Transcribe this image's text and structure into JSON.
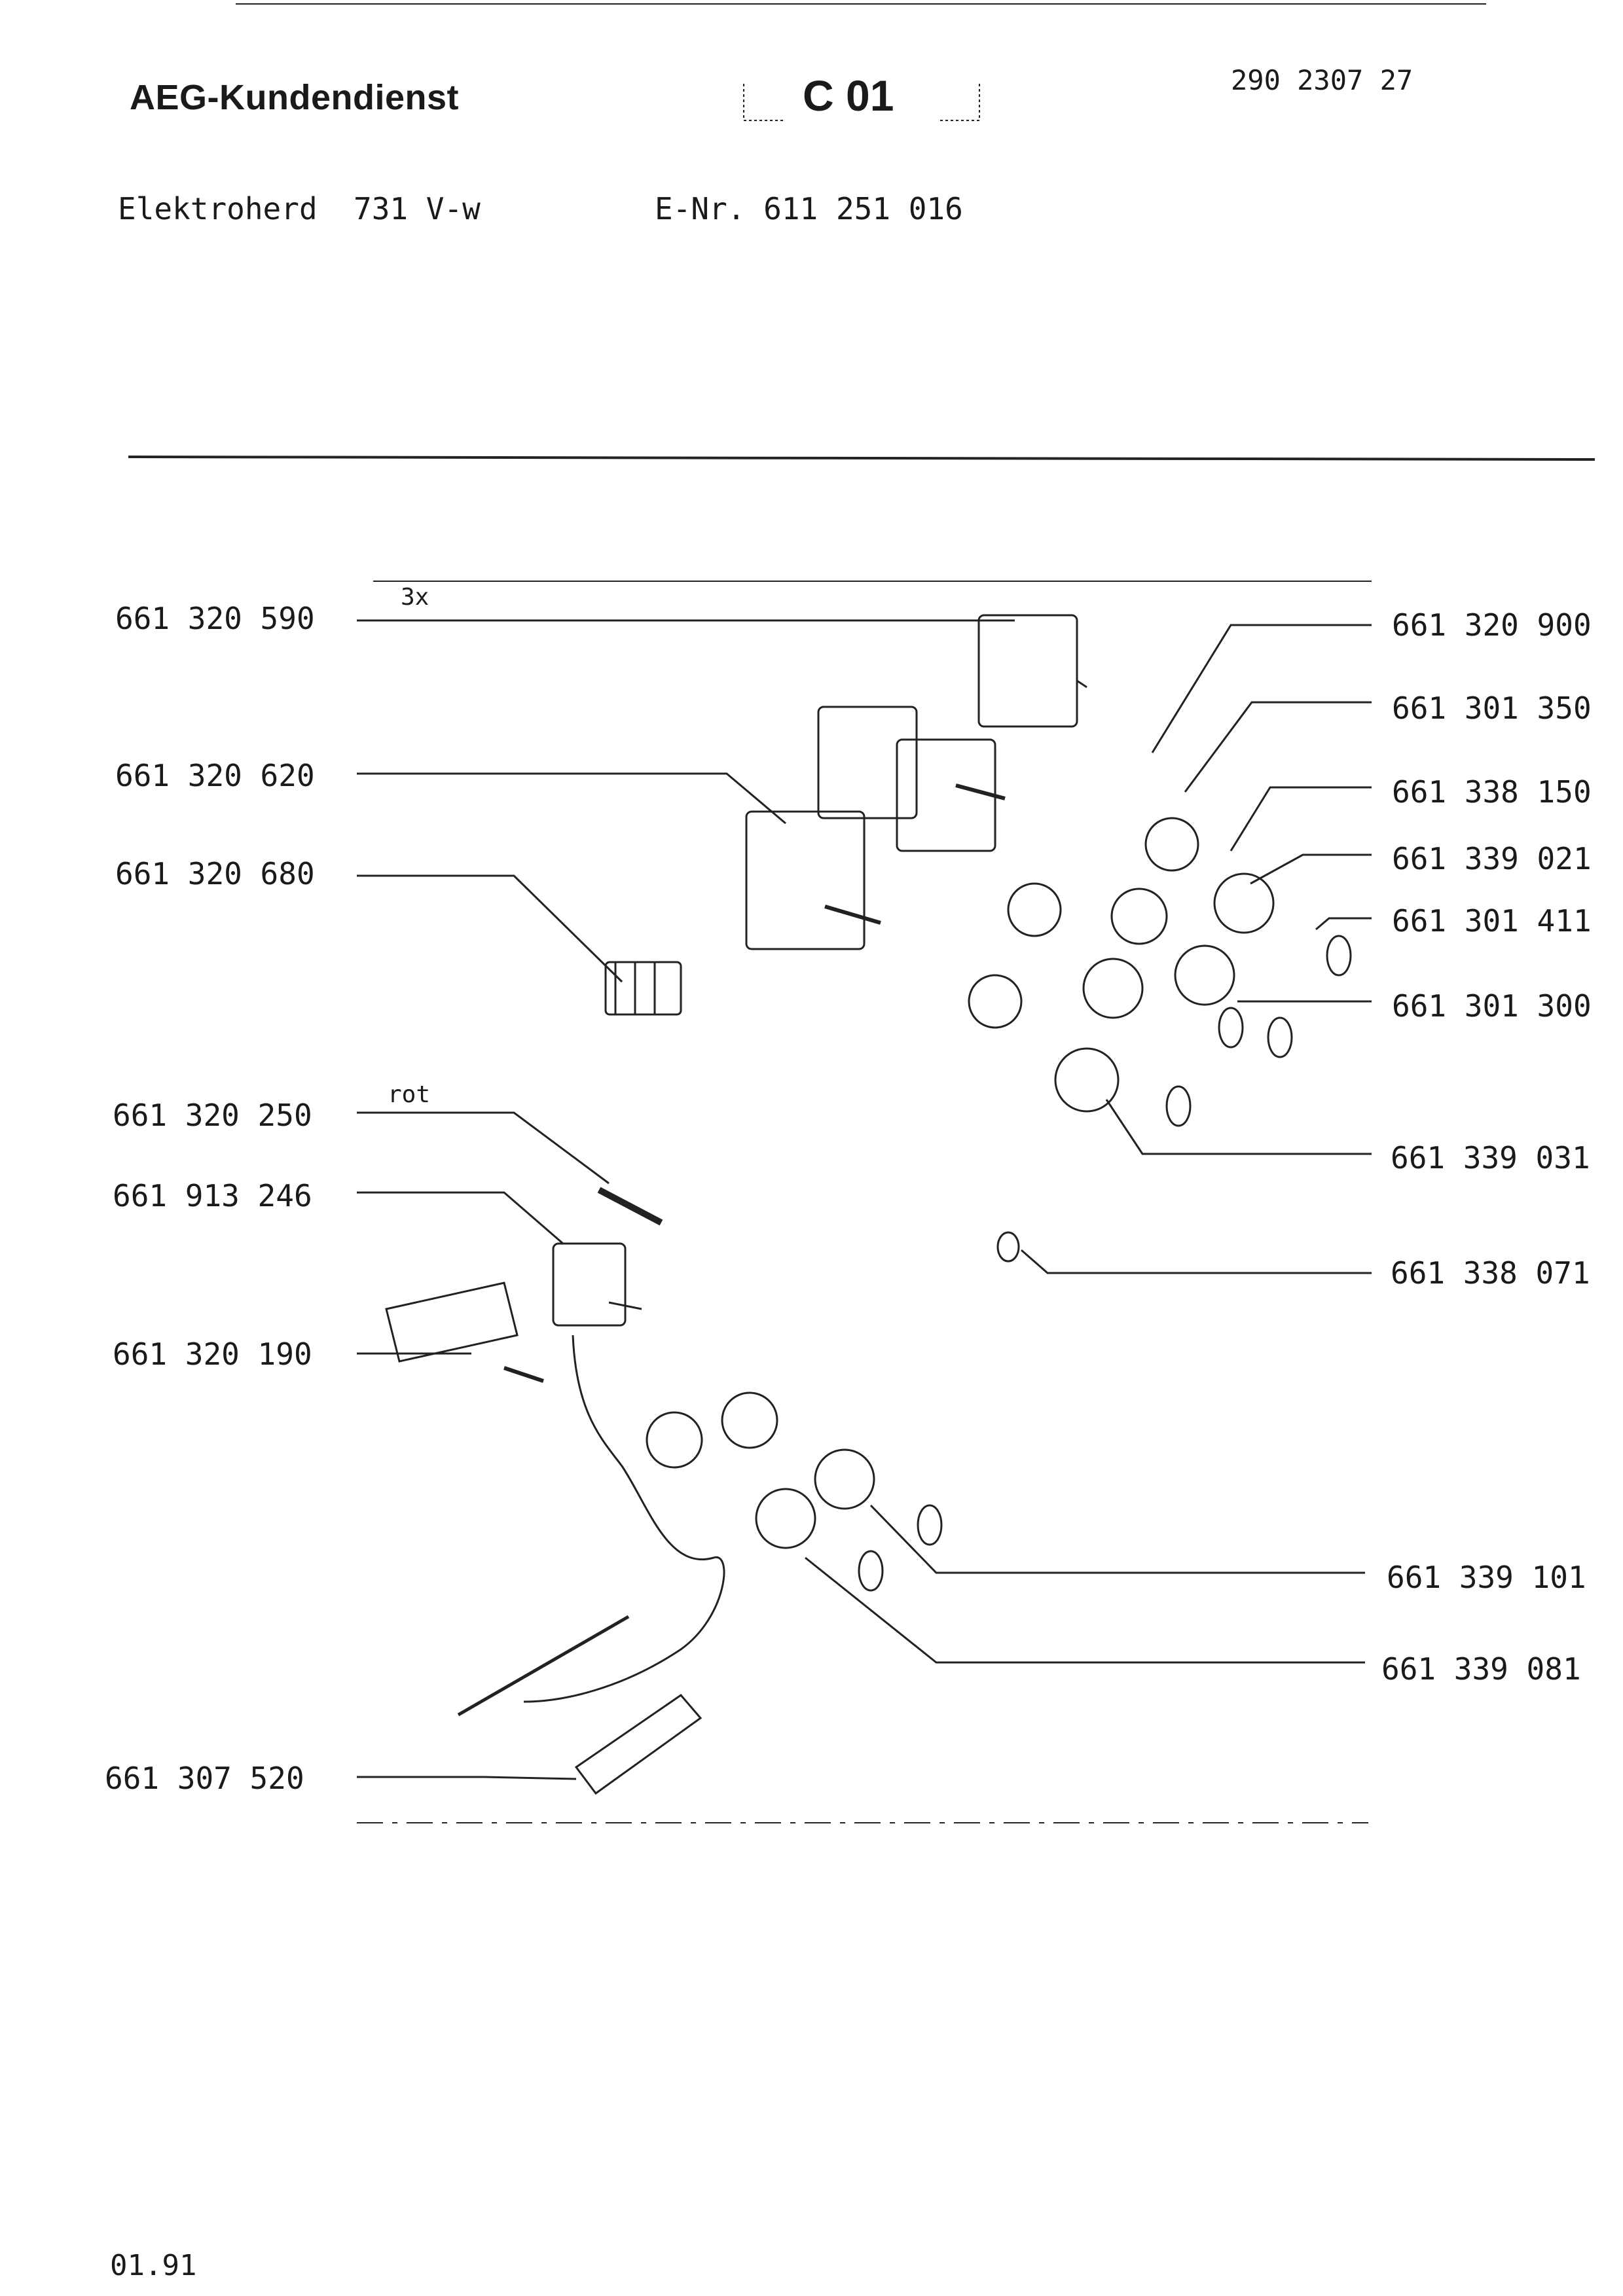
{
  "header": {
    "brand": "AEG-Kundendienst",
    "section_code": "C 01",
    "document_number": "290 2307 27"
  },
  "product": {
    "type": "Elektroherd",
    "model": "731 V-w",
    "e_number": "E-Nr. 611 251 016"
  },
  "diagram": {
    "annotations": {
      "quantity_note": "3x",
      "color_note": "rot"
    },
    "left_parts": [
      "661 320 590",
      "661 320 620",
      "661 320 680",
      "661 320 250",
      "661 913 246",
      "661 320 190",
      "661 307 520"
    ],
    "right_parts": [
      "661 320 900",
      "661 301 350",
      "661 338 150",
      "661 339 021",
      "661 301 411",
      "661 301 300",
      "661 339 031",
      "661 338 071",
      "661 339 101",
      "661 339 081"
    ]
  },
  "footer": {
    "date_code": "01.91"
  }
}
